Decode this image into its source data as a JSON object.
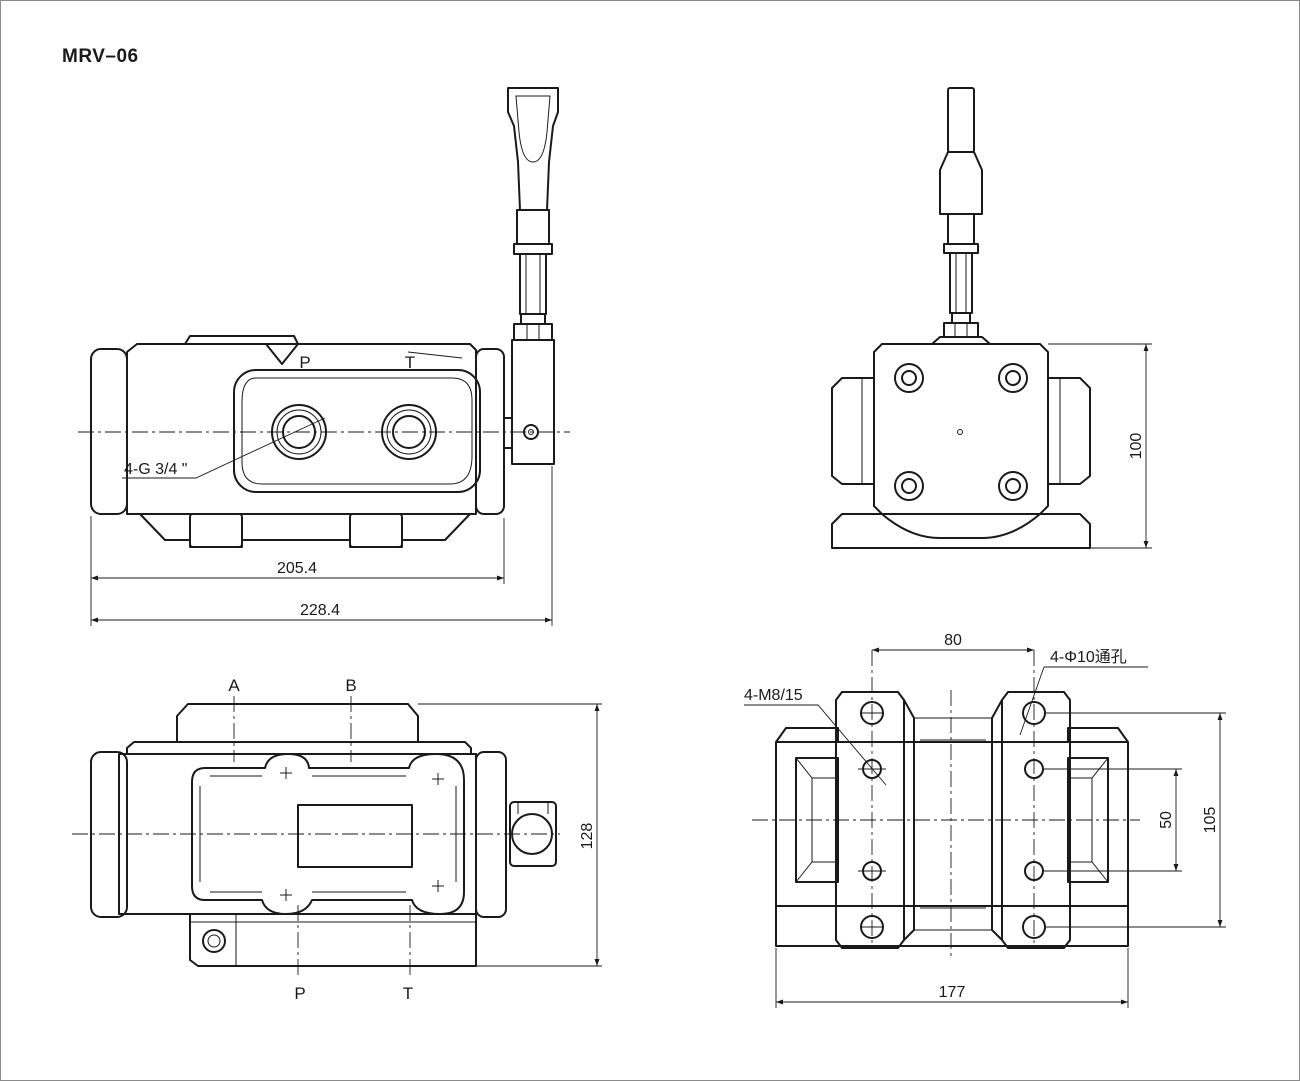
{
  "drawing": {
    "model": "MRV–06",
    "front_view": {
      "port_labels": [
        "P",
        "T"
      ],
      "port_callout": "4-G 3/4 \"",
      "dim_inner": "205.4",
      "dim_outer": "228.4"
    },
    "side_view": {
      "dim_height": "100"
    },
    "top_view": {
      "port_labels_top": [
        "A",
        "B"
      ],
      "port_labels_bottom": [
        "P",
        "T"
      ],
      "dim_width": "128"
    },
    "bottom_view": {
      "dim_spacing_top": "80",
      "thread_callout": "4-M8/15",
      "hole_callout": "4-Φ10通孔",
      "dim_mid": "50",
      "dim_height": "105",
      "dim_width": "177"
    }
  }
}
